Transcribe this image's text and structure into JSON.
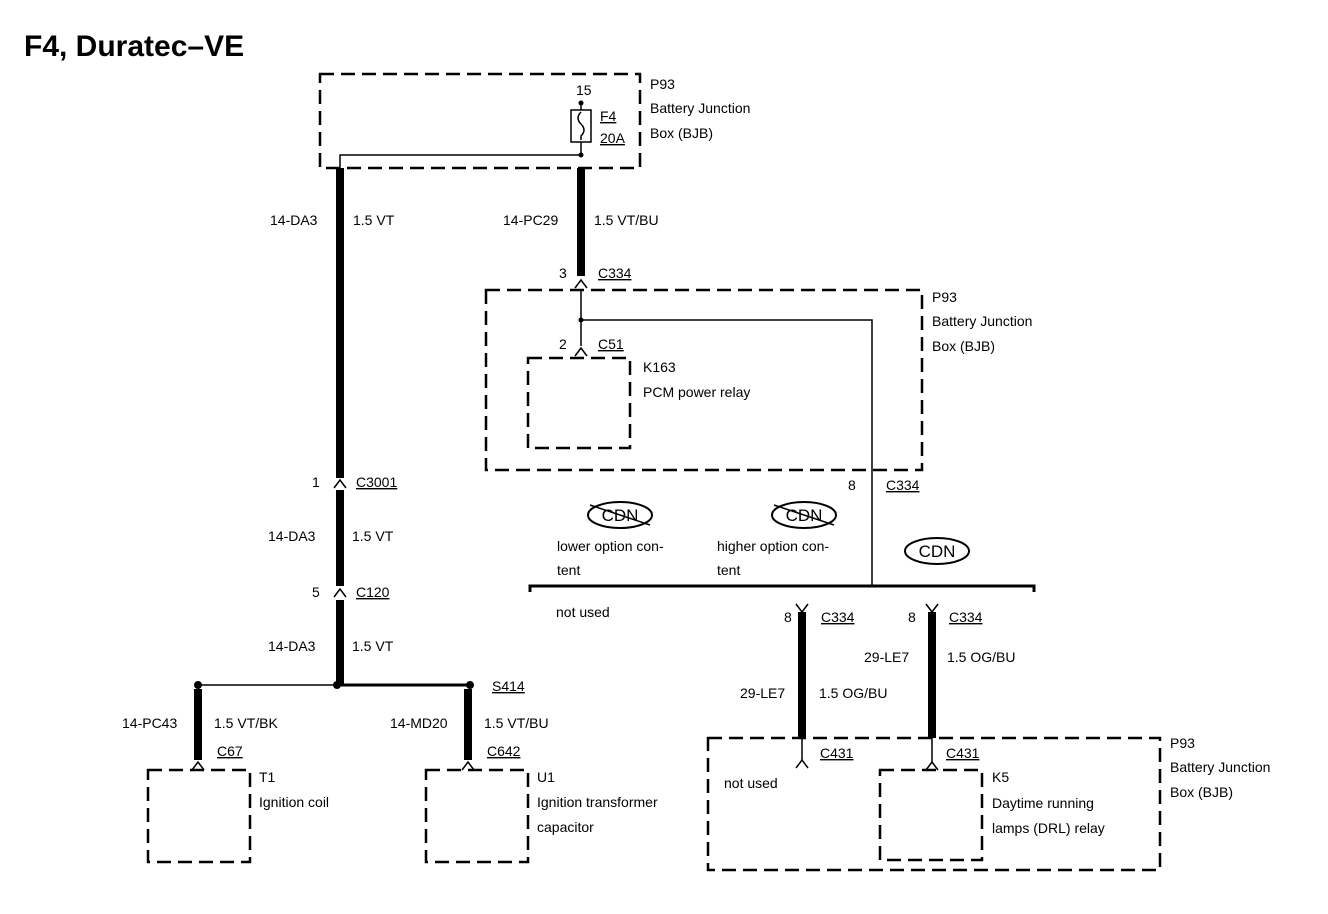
{
  "title": "F4, Duratec–VE",
  "bjb": {
    "ref": "P93",
    "line1": "Battery Junction",
    "line2": "Box (BJB)"
  },
  "fuse": {
    "pin": "15",
    "name": "F4",
    "rating": "20A"
  },
  "wires": {
    "da3_top_circuit": "14-DA3",
    "da3_top_spec": "1.5 VT",
    "pc29_circuit": "14-PC29",
    "pc29_spec": "1.5 VT/BU",
    "da3_mid_circuit": "14-DA3",
    "da3_mid_spec": "1.5 VT",
    "da3_low_circuit": "14-DA3",
    "da3_low_spec": "1.5 VT",
    "pc43_circuit": "14-PC43",
    "pc43_spec": "1.5 VT/BK",
    "md20_circuit": "14-MD20",
    "md20_spec": "1.5 VT/BU",
    "le7_left_circuit": "29-LE7",
    "le7_left_spec": "1.5 OG/BU",
    "le7_right_circuit": "29-LE7",
    "le7_right_spec": "1.5 OG/BU"
  },
  "connectors": {
    "c334_top_pin": "3",
    "c334_top": "C334",
    "c51_pin": "2",
    "c51": "C51",
    "c334_out_pin": "8",
    "c334_out": "C334",
    "c3001_pin": "1",
    "c3001": "C3001",
    "c120_pin": "5",
    "c120": "C120",
    "s414": "S414",
    "c67": "C67",
    "c642": "C642",
    "c334_l_pin": "8",
    "c334_l": "C334",
    "c334_r_pin": "8",
    "c334_r": "C334",
    "c431_l": "C431",
    "c431_r": "C431"
  },
  "components": {
    "k163_name": "K163",
    "k163_desc": "PCM power relay",
    "t1_name": "T1",
    "t1_desc": "Ignition coil",
    "u1_name": "U1",
    "u1_desc1": "Ignition transformer",
    "u1_desc2": "capacitor",
    "k5_name": "K5",
    "k5_desc1": "Daytime running",
    "k5_desc2": "lamps (DRL) relay"
  },
  "cdn": {
    "badge": "CDN",
    "lower_1": "lower option con-",
    "lower_2": "tent",
    "higher_1": "higher option con-",
    "higher_2": "tent",
    "not_used_bus": "not used",
    "not_used_box": "not used"
  }
}
